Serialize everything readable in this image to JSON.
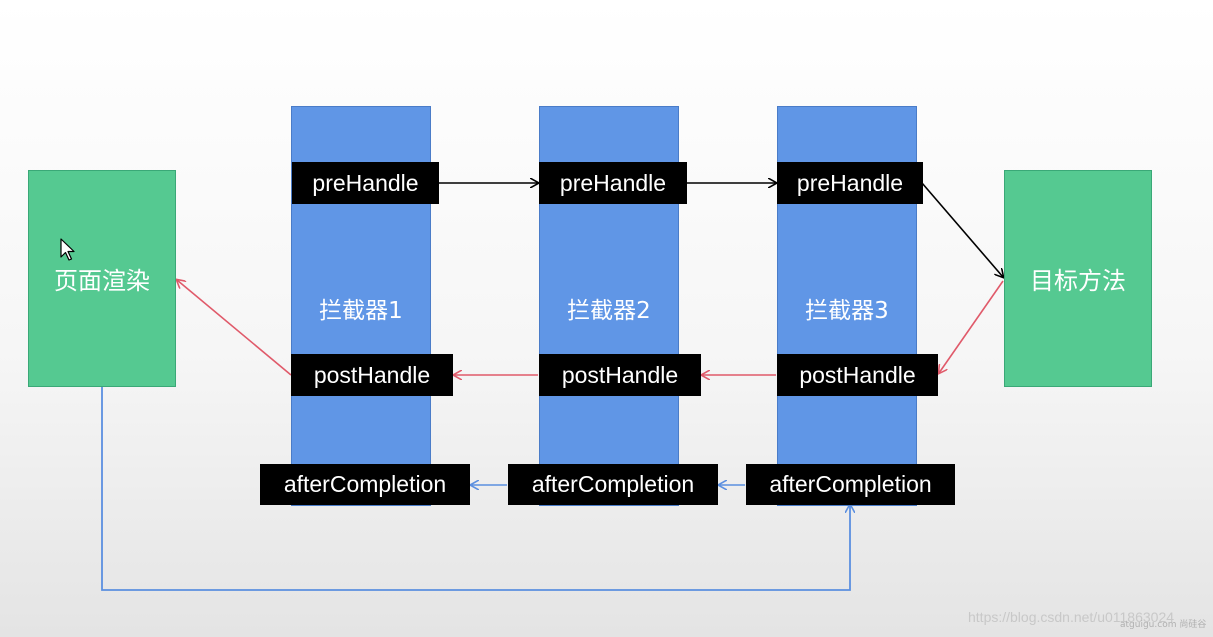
{
  "diagram": {
    "left_box": {
      "label": "页面渲染"
    },
    "right_box": {
      "label": "目标方法"
    },
    "interceptors": [
      {
        "label": "拦截器1",
        "pre": "preHandle",
        "post": "postHandle",
        "after": "afterCompletion"
      },
      {
        "label": "拦截器2",
        "pre": "preHandle",
        "post": "postHandle",
        "after": "afterCompletion"
      },
      {
        "label": "拦截器3",
        "pre": "preHandle",
        "post": "postHandle",
        "after": "afterCompletion"
      }
    ],
    "colors": {
      "green_box": "#55c991",
      "interceptor": "#6096e6",
      "tag": "#000000",
      "pre_arrow": "#000000",
      "post_arrow": "#e05a6a",
      "after_arrow": "#5b8fe0"
    }
  },
  "watermark": {
    "url": "https://blog.csdn.net/u011863024",
    "small": "atguigu.com 尚硅谷"
  }
}
